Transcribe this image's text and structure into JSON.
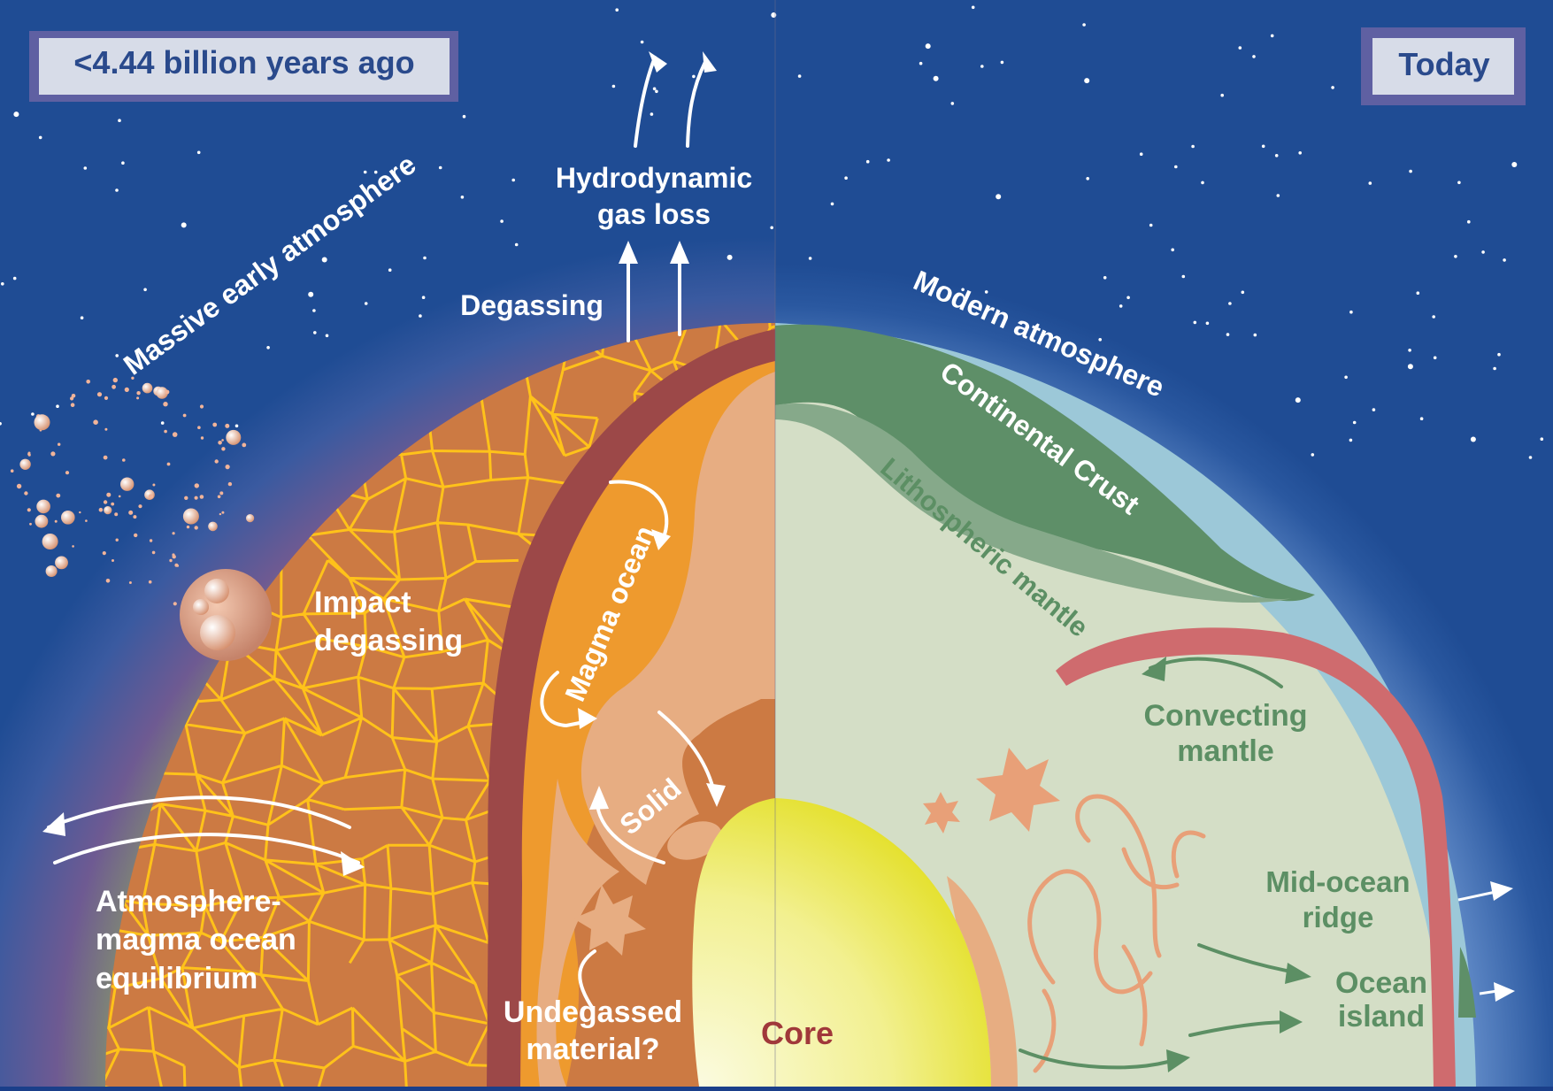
{
  "left_panel": {
    "era_label": "<4.44 billion years ago",
    "labels": {
      "atmosphere": "Massive early atmosphere",
      "gas_loss_line1": "Hydrodynamic",
      "gas_loss_line2": "gas loss",
      "degassing": "Degassing",
      "impact_line1": "Impact",
      "impact_line2": "degassing",
      "magma_ocean": "Magma ocean",
      "solid": "Solid",
      "equilibrium_line1": "Atmosphere-",
      "equilibrium_line2": "magma ocean",
      "equilibrium_line3": "equilibrium",
      "undegassed_line1": "Undegassed",
      "undegassed_line2": "material?",
      "core": "Core"
    }
  },
  "right_panel": {
    "era_label": "Today",
    "labels": {
      "atmosphere": "Modern atmosphere",
      "crust": "Continental Crust",
      "lithosphere": "Lithospheric  mantle",
      "convecting_line1": "Convecting",
      "convecting_line2": "mantle",
      "ridge_line1": "Mid-ocean",
      "ridge_line2": "ridge",
      "island_line1": "Ocean",
      "island_line2": "island"
    }
  },
  "colors": {
    "space": "#1f4c94",
    "magma_surface": "#cc7a43",
    "crack": "#ffc21a",
    "magma_ocean": "#ee9a2e",
    "outer_crust": "#9c4848",
    "solid_mantle": "#e7ad82",
    "core": "#f2f090",
    "modern_mantle": "#d4dec6",
    "continental_crust": "#5e8f68",
    "lithosphere": "#86a98a",
    "slab": "#cf6b6e",
    "green_label": "#5c8f64",
    "core_label": "#a0383a",
    "era_label": "#2a4a8c"
  }
}
